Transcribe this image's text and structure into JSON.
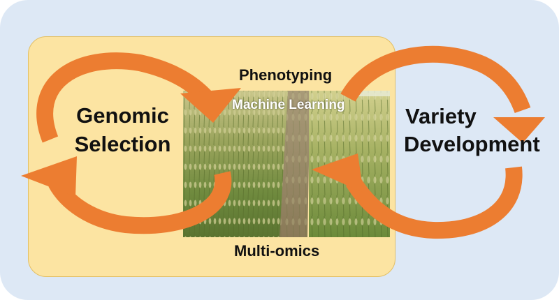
{
  "diagram": {
    "left_cycle": {
      "line1": "Genomic",
      "line2": "Selection"
    },
    "right_cycle": {
      "line1": "Variety",
      "line2": "Development"
    },
    "top_label": "Phenotyping",
    "photo_overlay_label": "Machine Learning",
    "bottom_label": "Multi-omics",
    "colors": {
      "background": "#dde8f5",
      "inner_panel": "#fce4a2",
      "arrow": "#ec7d31"
    },
    "photo": {
      "description_icon": "wheat-field-photo"
    }
  }
}
